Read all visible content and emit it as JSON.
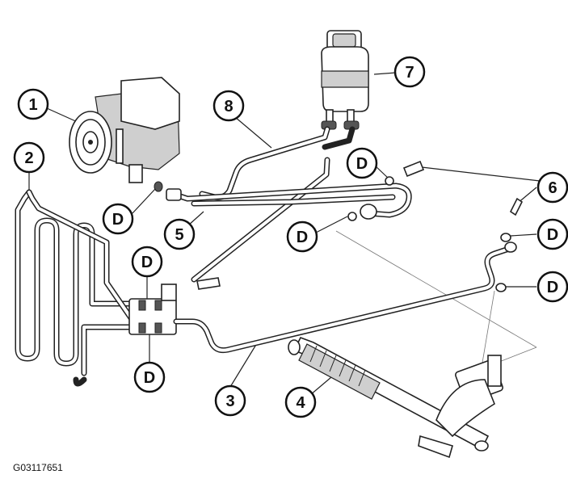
{
  "figure_id": "G03117651",
  "callouts": [
    {
      "key": "c1",
      "label": "1"
    },
    {
      "key": "c2",
      "label": "2"
    },
    {
      "key": "c3",
      "label": "3"
    },
    {
      "key": "c4",
      "label": "4"
    },
    {
      "key": "c5",
      "label": "5"
    },
    {
      "key": "c7",
      "label": "7"
    },
    {
      "key": "c8",
      "label": "8"
    },
    {
      "key": "cD1",
      "label": "D"
    },
    {
      "key": "cD2",
      "label": "D"
    },
    {
      "key": "cD3",
      "label": "D"
    },
    {
      "key": "cD4",
      "label": "D"
    },
    {
      "key": "cD5",
      "label": "D"
    }
  ],
  "callouts_cut": [
    {
      "key": "e1",
      "label": "6"
    },
    {
      "key": "e2",
      "label": "D"
    },
    {
      "key": "e3",
      "label": "D"
    }
  ],
  "parts": [
    "power-steering-pump",
    "cooler-coil",
    "return-line",
    "steering-gear",
    "pressure-line",
    "fluid-reservoir",
    "supply-hose",
    "sealing-washers"
  ]
}
